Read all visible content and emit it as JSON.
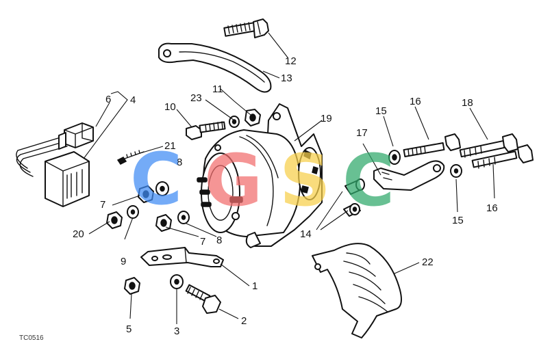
{
  "diagram": {
    "reference_code": "TC0516",
    "callouts": [
      {
        "key": "c12",
        "label": "12"
      },
      {
        "key": "c13",
        "label": "13"
      },
      {
        "key": "c6",
        "label": "6"
      },
      {
        "key": "c4",
        "label": "4"
      },
      {
        "key": "c11",
        "label": "11"
      },
      {
        "key": "c23",
        "label": "23"
      },
      {
        "key": "c10",
        "label": "10"
      },
      {
        "key": "c19",
        "label": "19"
      },
      {
        "key": "c15a",
        "label": "15"
      },
      {
        "key": "c16a",
        "label": "16"
      },
      {
        "key": "c18",
        "label": "18"
      },
      {
        "key": "c17",
        "label": "17"
      },
      {
        "key": "c21",
        "label": "21"
      },
      {
        "key": "c8a",
        "label": "8"
      },
      {
        "key": "c7a",
        "label": "7"
      },
      {
        "key": "c20",
        "label": "20"
      },
      {
        "key": "c9",
        "label": "9"
      },
      {
        "key": "c7b",
        "label": "7"
      },
      {
        "key": "c8b",
        "label": "8"
      },
      {
        "key": "c14",
        "label": "14"
      },
      {
        "key": "c15b",
        "label": "15"
      },
      {
        "key": "c16b",
        "label": "16"
      },
      {
        "key": "c22",
        "label": "22"
      },
      {
        "key": "c1",
        "label": "1"
      },
      {
        "key": "c5",
        "label": "5"
      },
      {
        "key": "c3",
        "label": "3"
      },
      {
        "key": "c2",
        "label": "2"
      }
    ]
  },
  "watermark": {
    "letters": [
      {
        "char": "C",
        "color": "#3f8cf4"
      },
      {
        "char": "G",
        "color": "#f26d6d"
      },
      {
        "char": "S",
        "color": "#f7cf4a"
      },
      {
        "char": "C",
        "color": "#2fa86a"
      }
    ]
  }
}
